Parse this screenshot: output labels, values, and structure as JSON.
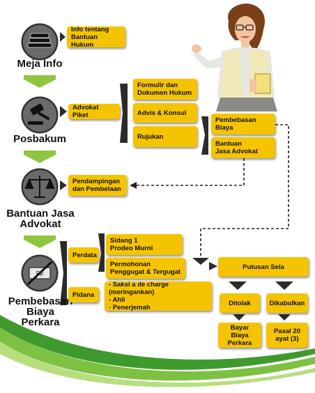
{
  "stages": [
    {
      "label": "Meja Info",
      "icon": "book-stack-icon"
    },
    {
      "label": "Posbakum",
      "icon": "gavel-icon"
    },
    {
      "label": "Bantuan Jasa\nAdvokat",
      "icon": "scales-icon"
    },
    {
      "label": "Pembebasan\nBiaya\nPerkara",
      "icon": "no-money-icon"
    }
  ],
  "boxes": {
    "info": "Info tentang\nBantuan Hukum",
    "advokat_piket": "Advokat Piket",
    "formulir": "Formulir dan\nDokumen Hukum",
    "advis": "Advis & Konsul",
    "rujukan": "Rujukan",
    "pembebasan_biaya": "Pembebasan\nBiaya",
    "bantuan_jasa": "Bantuan\nJasa Advokat",
    "pendampingan": "Pendampingan\ndan Pembelaan",
    "perdata": "Perdata",
    "sidang": "Sidang 1\nProdeo Murni",
    "permohonan": "Permohonan\nPenggugat & Tergugat",
    "pidana": "Pidana",
    "saksi": "- Saksi a de charge (meringankan)\n- Ahli\n- Penerjemah",
    "putusan": "Putusan Sela",
    "ditolak": "Ditolak",
    "dikabulkan": "Dikabulkan",
    "bayar": "Bayar Biaya\nPerkara",
    "pasal": "Pasal 20\nayat (3)"
  },
  "colors": {
    "box_yellow": "#f5c400",
    "stage_arrow_green": "#8ec63f",
    "dark_arrow": "#2b2b2b",
    "swoosh_green": "#3f9a2e"
  }
}
